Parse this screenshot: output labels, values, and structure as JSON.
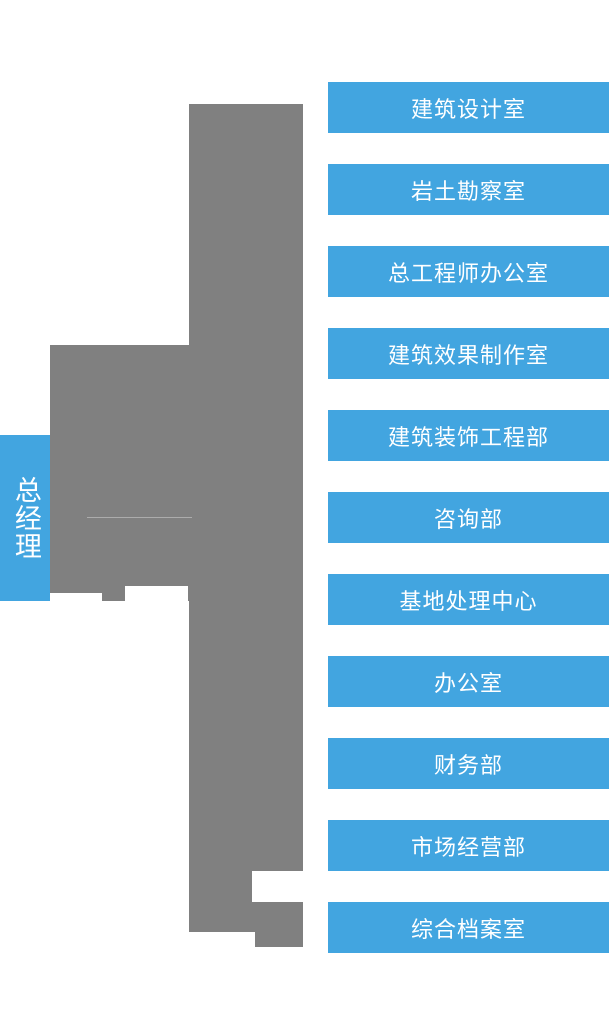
{
  "diagram": {
    "type": "organizational-chart",
    "orientation": "left-root-right-leaves",
    "colors": {
      "node_blue": "#42a5e0",
      "connector_gray": "#808080",
      "node_text": "#ffffff",
      "background": "#ffffff"
    },
    "root": {
      "label": "总经理",
      "position": "left",
      "text_direction": "vertical"
    },
    "leaves": [
      {
        "label": "建筑设计室"
      },
      {
        "label": "岩土勘察室"
      },
      {
        "label": "总工程师办公室"
      },
      {
        "label": "建筑效果制作室"
      },
      {
        "label": "建筑装饰工程部"
      },
      {
        "label": "咨询部"
      },
      {
        "label": "基地处理中心"
      },
      {
        "label": "办公室"
      },
      {
        "label": "财务部"
      },
      {
        "label": "市场经营部"
      },
      {
        "label": "综合档案室"
      }
    ]
  }
}
